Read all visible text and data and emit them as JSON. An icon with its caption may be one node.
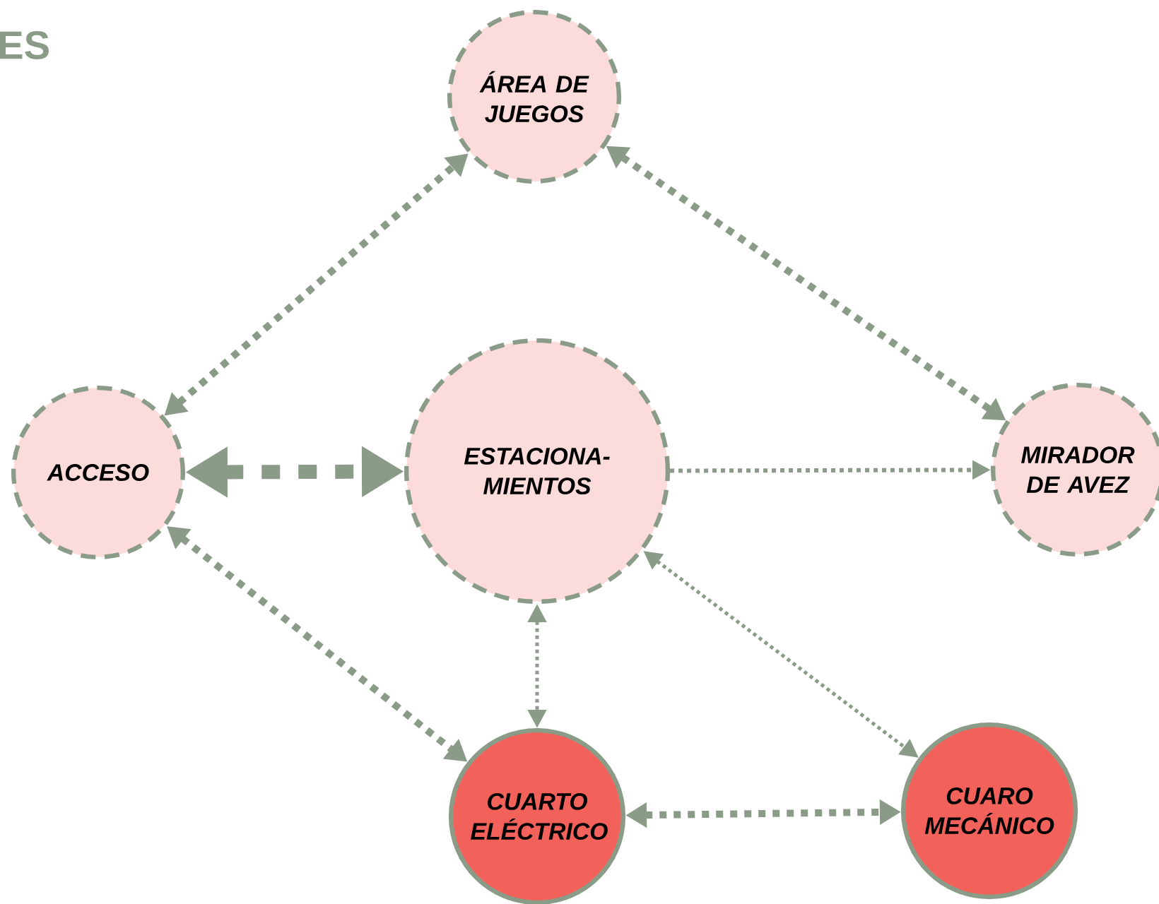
{
  "diagram": {
    "nodes": [
      {
        "text": [
          "ÁREA DE JUEGOS"
        ]
      },
      {
        "text": [
          "ACCESO"
        ]
      },
      {
        "text": [
          "ESTACIONA- MIENTOS"
        ]
      },
      {
        "text": [
          "MIRADOR DE AVEZ"
        ]
      },
      {
        "text": [
          "CUARTO ELÉCTRICO"
        ]
      },
      {
        "text": [
          "CUARO MECÁNICO"
        ]
      }
    ],
    "edges": [
      {
        "from": 1,
        "to": 0,
        "arrow": "both"
      },
      {
        "from": 0,
        "to": 3,
        "arrow": "both"
      },
      {
        "from": 1,
        "to": 2,
        "arrow": "both",
        "style": "dashed"
      },
      {
        "from": 2,
        "to": 3,
        "arrow": "to"
      },
      {
        "from": 1,
        "to": 4,
        "arrow": "both"
      },
      {
        "from": 2,
        "to": 4,
        "arrow": "both"
      },
      {
        "from": 2,
        "to": 5,
        "arrow": "both"
      },
      {
        "from": 4,
        "to": 5,
        "arrow": "both"
      }
    ],
    "labels": [
      "ES"
    ]
  }
}
